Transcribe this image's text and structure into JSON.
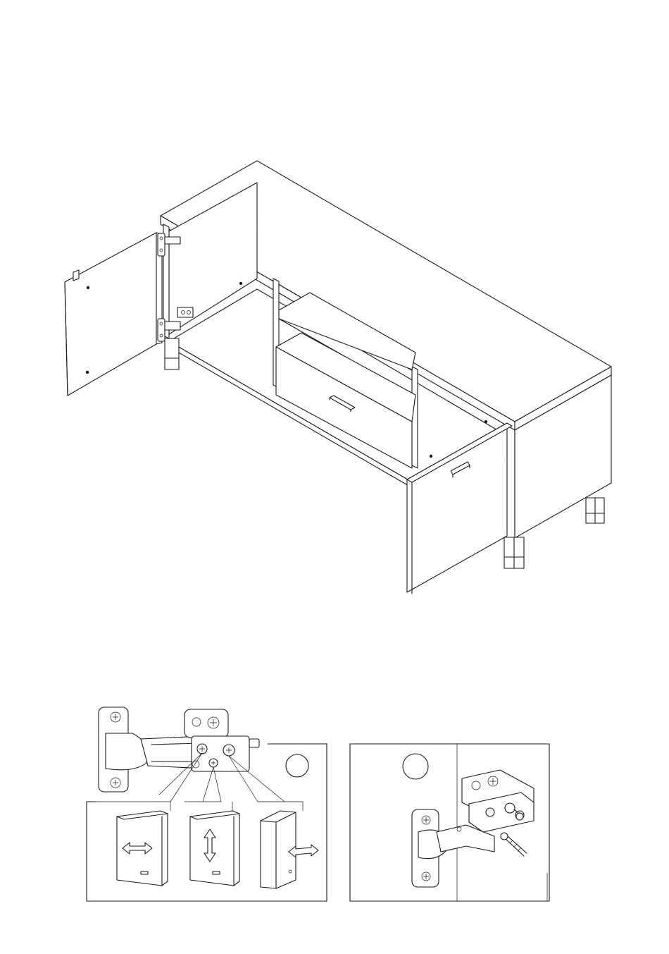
{
  "figure": {
    "main_view": "tv-cabinet-assembly",
    "detail_panels": [
      {
        "id": "A",
        "label": ""
      },
      {
        "id": "B",
        "label": ""
      }
    ],
    "adjustment_directions": [
      "horizontal",
      "vertical",
      "depth"
    ]
  },
  "colors": {
    "line": "#1a1a1a",
    "background": "#ffffff"
  }
}
